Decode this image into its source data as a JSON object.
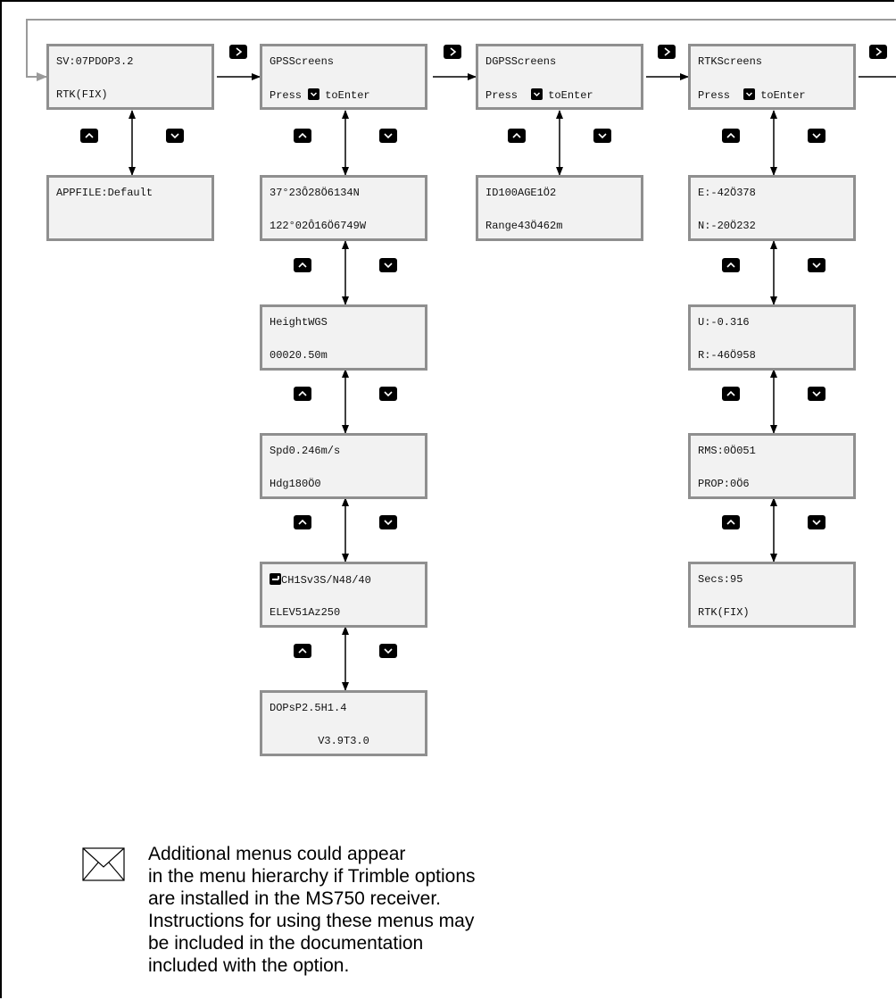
{
  "screens": {
    "main": {
      "line1": "SV:07PDOP3.2",
      "line2": "RTK(FIX)"
    },
    "appfile": {
      "line1": "APPFILE:Default",
      "line2": ""
    },
    "gps": {
      "line1": "GPSScreens",
      "line2_prefix": "Press",
      "line2_suffix": "toEnter"
    },
    "dgps": {
      "line1": "DGPSScreens",
      "line2_prefix": "Press",
      "line2_suffix": "toEnter"
    },
    "rtk": {
      "line1": "RTKScreens",
      "line2_prefix": "Press",
      "line2_suffix": "toEnter"
    },
    "gps_position": {
      "line1": "37°23Ô28Ö6134N",
      "line2": "122°02Ô16Ö6749W"
    },
    "gps_height": {
      "line1": "HeightWGS",
      "line2": "00020.50m"
    },
    "gps_speed": {
      "line1": "Spd0.246m/s",
      "line2": "Hdg180Ö0"
    },
    "gps_channel": {
      "line1": "CH1Sv3S/N48/40",
      "line2": "ELEV51Az250"
    },
    "gps_dops": {
      "line1": "DOPsP2.5H1.4",
      "line2": "V3.9T3.0"
    },
    "dgps_id": {
      "line1": "ID100AGE1Ö2",
      "line2": "Range43Ö462m"
    },
    "rtk_en": {
      "line1": "E:-42Ö378",
      "line2": "N:-20Ö232"
    },
    "rtk_ur": {
      "line1": "U:-0.316",
      "line2": "R:-46Ö958"
    },
    "rtk_rms": {
      "line1": "RMS:0Ö051",
      "line2": "PROP:0Ö6"
    },
    "rtk_secs": {
      "line1": "Secs:95",
      "line2": "RTK(FIX)"
    }
  },
  "note": {
    "lines": [
      "Additional menus could appear",
      "in the menu hierarchy if Trimble options",
      "are installed in the MS750 receiver.",
      "Instructions for using these menus may",
      "be included in the documentation",
      "included with the option."
    ]
  },
  "colors": {
    "screen_border": "#8f8f8f",
    "screen_fill": "#f2f2f2",
    "loop_arrow": "#9a9a9a",
    "key": "#000000"
  }
}
